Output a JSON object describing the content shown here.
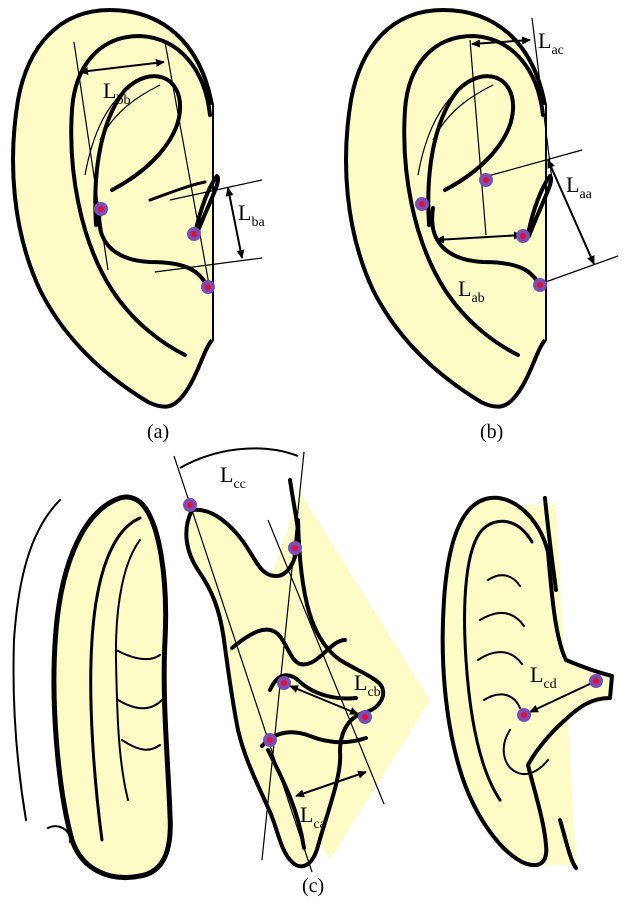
{
  "colors": {
    "ear_fill": "#fdfcc6",
    "ink": "#000000",
    "landmark_outer": "#7a4fb5",
    "landmark_inner": "#e0103a"
  },
  "panels": [
    {
      "caption": "(a)",
      "labels": [
        {
          "main": "L",
          "sub": "bb"
        },
        {
          "main": "L",
          "sub": "ba"
        }
      ]
    },
    {
      "caption": "(b)",
      "labels": [
        {
          "main": "L",
          "sub": "ac"
        },
        {
          "main": "L",
          "sub": "aa"
        },
        {
          "main": "L",
          "sub": "ab"
        }
      ]
    },
    {
      "caption": "(c)",
      "labels": [
        {
          "main": "L",
          "sub": "cc"
        },
        {
          "main": "L",
          "sub": "cb"
        },
        {
          "main": "L",
          "sub": "ca"
        },
        {
          "main": "L",
          "sub": "cd"
        }
      ]
    }
  ]
}
